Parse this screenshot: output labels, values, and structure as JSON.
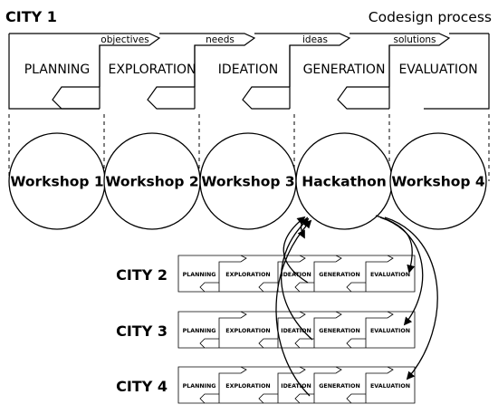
{
  "title": "CITY 1",
  "process_label": "Codesign process",
  "phases": [
    "PLANNING",
    "EXPLORATION",
    "IDEATION",
    "GENERATION",
    "EVALUATION"
  ],
  "handoffs": [
    "objectives",
    "needs",
    "ideas",
    "solutions"
  ],
  "workshops": [
    "Workshop 1",
    "Workshop 2",
    "Workshop 3",
    "Hackathon",
    "Workshop 4"
  ],
  "cities": [
    {
      "label": "CITY 2",
      "phases": [
        "PLANNING",
        "EXPLORATION",
        "IDEATION",
        "GENERATION",
        "EVALUATION"
      ]
    },
    {
      "label": "CITY 3",
      "phases": [
        "PLANNING",
        "EXPLORATION",
        "IDEATION",
        "GENERATION",
        "EVALUATION"
      ]
    },
    {
      "label": "CITY 4",
      "phases": [
        "PLANNING",
        "EXPLORATION",
        "IDEATION",
        "GENERATION",
        "EVALUATION"
      ]
    }
  ],
  "colors": {
    "line": "#000000",
    "background": "#ffffff"
  }
}
